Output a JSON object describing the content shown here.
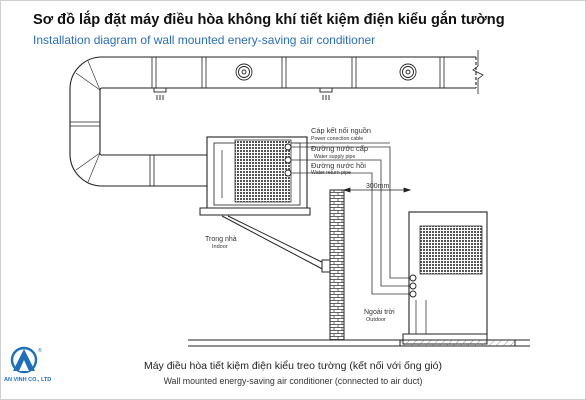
{
  "title_vi": "Sơ đồ lắp đặt máy điều hòa không khí tiết kiệm điện kiểu gắn tường",
  "title_en": "Installation diagram of wall mounted enery-saving air conditioner",
  "labels": {
    "power_vi": "Cáp kết nối nguồn",
    "power_en": "Power conection cable",
    "supply_vi": "Đường nước cấp",
    "supply_en": "Water supply pipe",
    "return_vi": "Đường nước hồi",
    "return_en": "Water return pipe",
    "dimension": "300mm",
    "indoor_vi": "Trong nhà",
    "indoor_en": "Indoor",
    "outdoor_vi": "Ngoài trời",
    "outdoor_en": "Outdoor"
  },
  "caption_vi": "Máy điều hòa tiết kiệm điện kiểu treo tường (kết nối với ống gió)",
  "caption_en": "Wall mounted energy-saving air conditioner (connected to air duct)",
  "logo": {
    "company": "AN VINH CO., LTD",
    "reg_mark": "®",
    "color": "#1d6fb8"
  }
}
